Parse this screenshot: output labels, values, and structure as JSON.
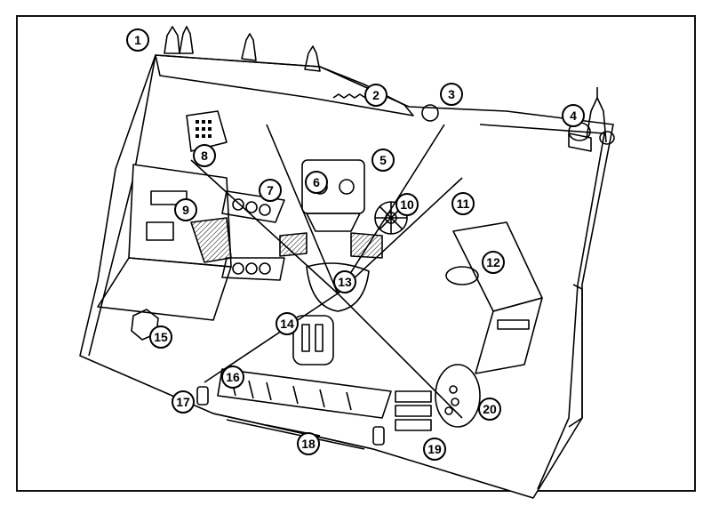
{
  "figure": {
    "title": "Isometric line-art cutaway illustration with numbered callouts",
    "style": {
      "ink": "#000000",
      "paper": "#ffffff",
      "hatch": "#555555"
    }
  },
  "callouts": [
    {
      "label": "1",
      "target": "top-left-tower"
    },
    {
      "label": "2",
      "target": "top-wall-crenellation"
    },
    {
      "label": "3",
      "target": "dome-ornament"
    },
    {
      "label": "4",
      "target": "onion-dome-cathedral"
    },
    {
      "label": "5",
      "target": "upper-machinery-cluster"
    },
    {
      "label": "6",
      "target": "central-engine-block"
    },
    {
      "label": "7",
      "target": "hex-bolt-panel"
    },
    {
      "label": "8",
      "target": "keypad-console"
    },
    {
      "label": "9",
      "target": "left-cube-module"
    },
    {
      "label": "10",
      "target": "gear-wheel"
    },
    {
      "label": "11",
      "target": "right-upper-panel"
    },
    {
      "label": "12",
      "target": "right-cube-module"
    },
    {
      "label": "13",
      "target": "central-core"
    },
    {
      "label": "14",
      "target": "seat-pod"
    },
    {
      "label": "15",
      "target": "left-hex-nut"
    },
    {
      "label": "16",
      "target": "lower-console-row"
    },
    {
      "label": "17",
      "target": "left-robot-figure"
    },
    {
      "label": "18",
      "target": "bottom-rail"
    },
    {
      "label": "19",
      "target": "lower-right-panel-stack"
    },
    {
      "label": "20",
      "target": "turbine-disc"
    }
  ]
}
